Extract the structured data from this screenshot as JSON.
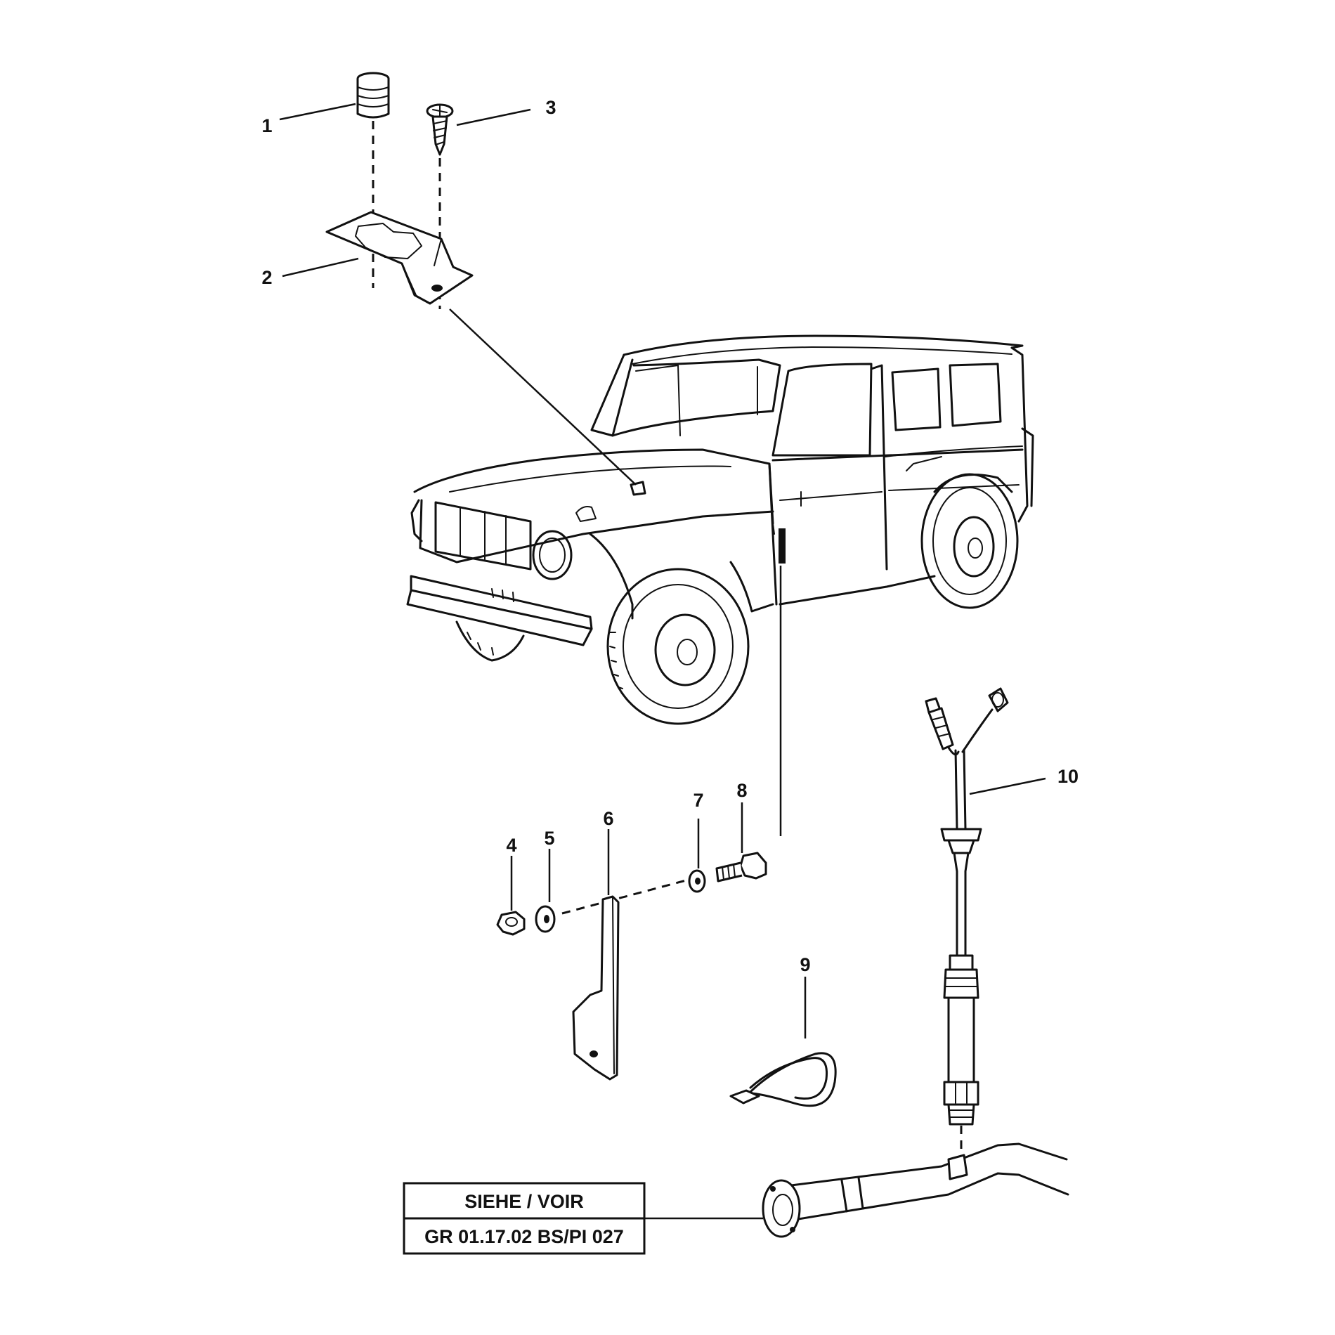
{
  "parts": [
    {
      "number": "1"
    },
    {
      "number": "2"
    },
    {
      "number": "3"
    },
    {
      "number": "4"
    },
    {
      "number": "5"
    },
    {
      "number": "6"
    },
    {
      "number": "7"
    },
    {
      "number": "8"
    },
    {
      "number": "9"
    },
    {
      "number": "10"
    }
  ],
  "reference_box": {
    "line1": "SIEHE / VOIR",
    "line2": "GR 01.17.02 BS/PI 027"
  }
}
